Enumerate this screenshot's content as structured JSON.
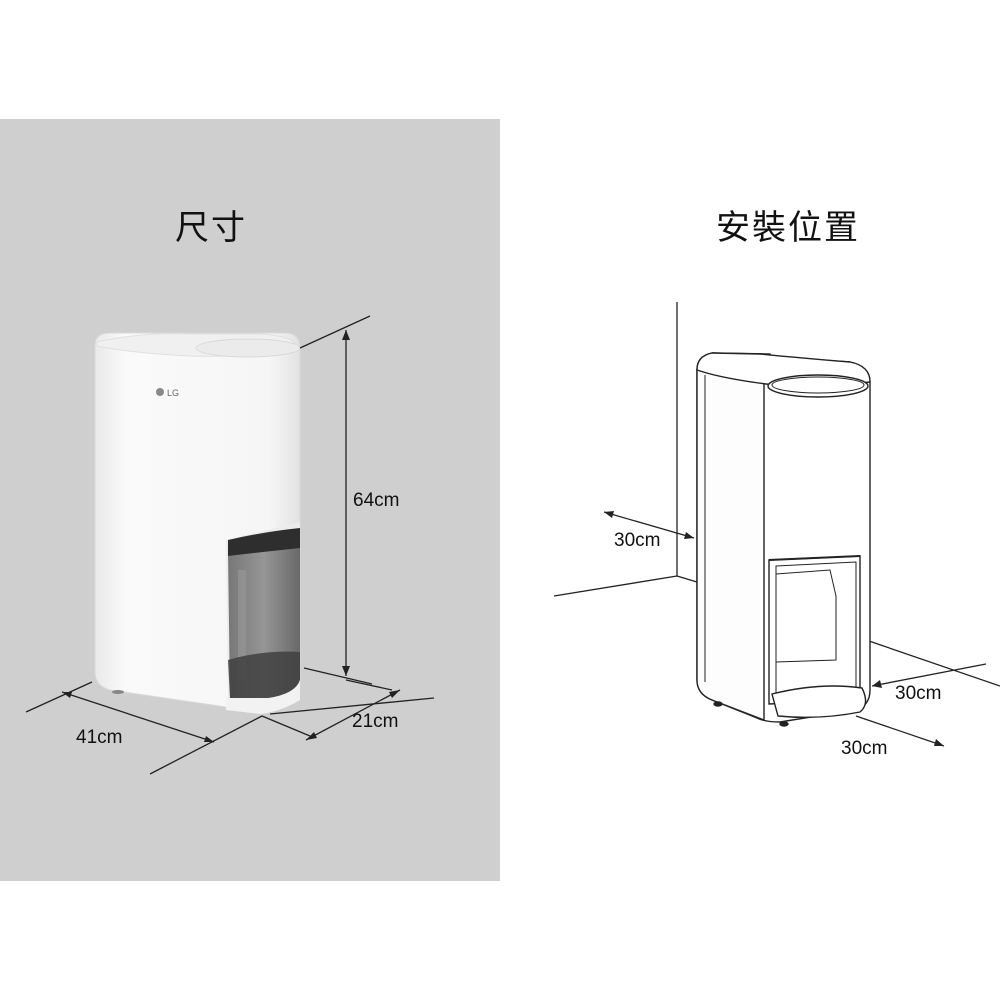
{
  "dimensions_panel": {
    "title": "尺寸",
    "brand_logo": "LG",
    "height": "64cm",
    "width": "41cm",
    "depth": "21cm"
  },
  "installation_panel": {
    "title": "安裝位置",
    "rear_clearance": "30cm",
    "side_clearance": "30cm",
    "front_clearance": "30cm"
  },
  "colors": {
    "left_background": "#cfcfcf",
    "right_background": "#ffffff",
    "product_body": "#f4f4f4",
    "tank_dark": "#555555"
  }
}
